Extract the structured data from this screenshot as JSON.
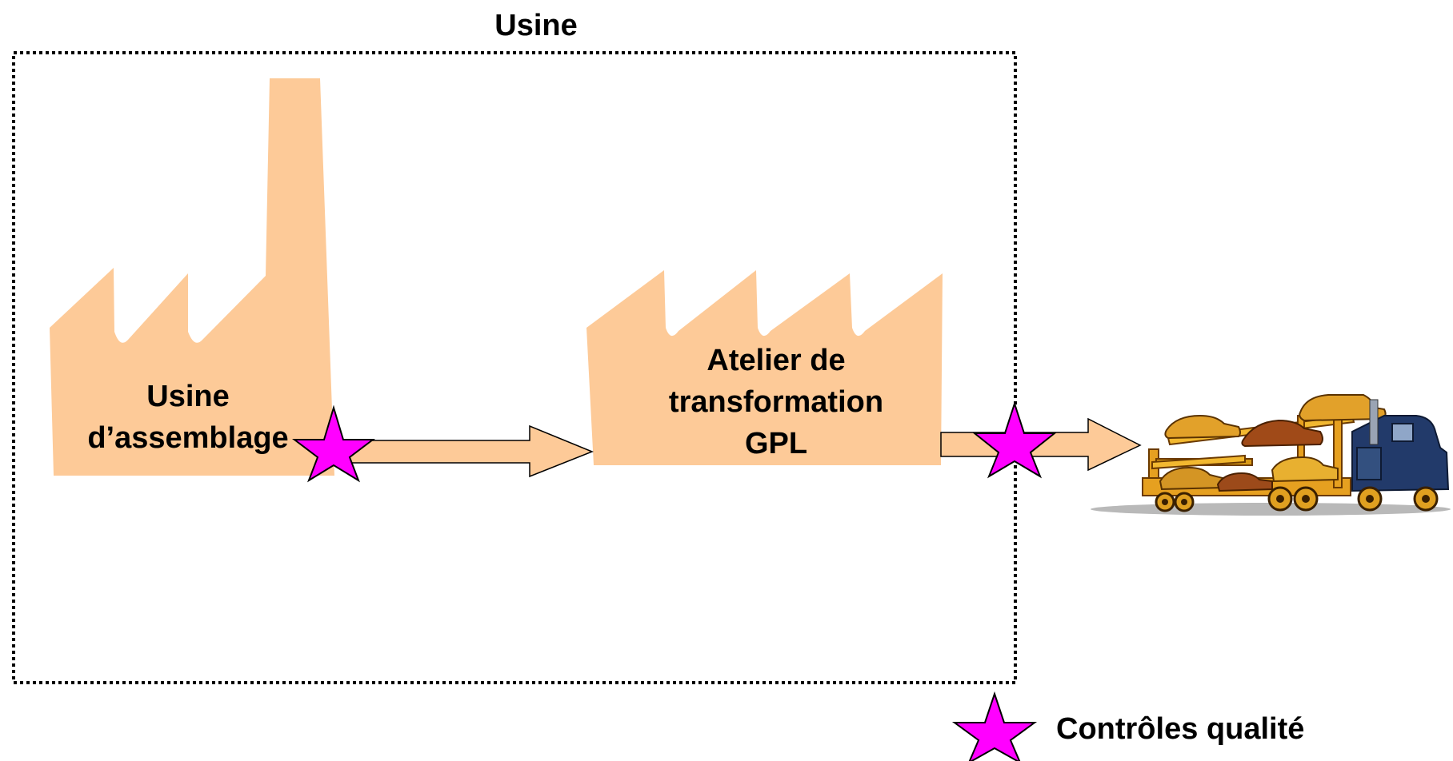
{
  "title": "Usine",
  "nodes": {
    "assembly_plant": {
      "lines": [
        "Usine",
        "d’assemblage"
      ]
    },
    "lpg_workshop": {
      "lines": [
        "Atelier de",
        "transformation",
        "GPL"
      ]
    },
    "car_transport": {
      "icon": "car-carrier-truck-icon"
    }
  },
  "legend": {
    "label": "Contrôles qualité",
    "icon": "star-icon"
  },
  "colors": {
    "factory": "#FDCA98",
    "star": "#FF00FF",
    "boundary": "#000000"
  }
}
